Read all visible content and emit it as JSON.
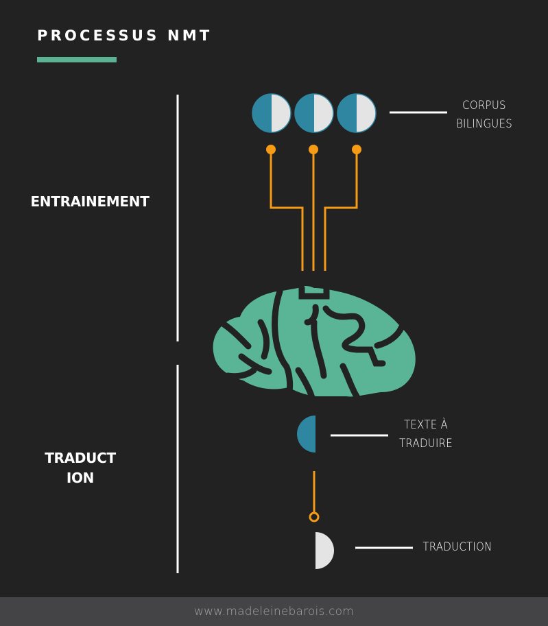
{
  "header": {
    "title": "PROCESSUS NMT"
  },
  "sections": {
    "training": "ENTRAINEMENT",
    "translation": "TRADUCT\nION"
  },
  "annotations": {
    "corpus": "CORPUS\nBILINGUES",
    "source_text": "TEXTE À\nTRADUIRE",
    "translation": "TRADUCTION"
  },
  "footer": {
    "url": "www.madeleinebarois.com"
  },
  "colors": {
    "background": "#222222",
    "accent_green": "#5bb394",
    "brain_green": "#5ab596",
    "teal": "#2f86a1",
    "light_gray": "#e4e4e4",
    "orange": "#f59b16",
    "footer_bg": "#444447"
  },
  "icons": {
    "corpus": "half-circle-icon",
    "connectors": "circuit-line-icon",
    "brain": "brain-icon",
    "source": "half-circle-left-icon",
    "output": "half-circle-right-icon"
  }
}
